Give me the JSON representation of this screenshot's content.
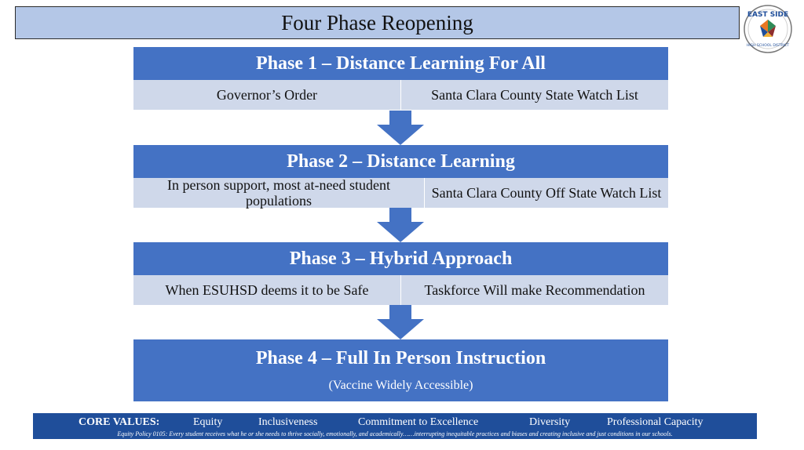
{
  "title": "Four Phase Reopening",
  "logo": {
    "top_text": "EAST SIDE",
    "bottom_text": "HIGH SCHOOL DISTRICT",
    "colors": [
      "#2e8b57",
      "#e87722",
      "#1f4e9a",
      "#8e2d2d"
    ]
  },
  "phases": [
    {
      "title": "Phase 1 – Distance Learning For All",
      "left": "Governor’s Order",
      "right": "Santa Clara County State Watch List"
    },
    {
      "title": "Phase 2 – Distance Learning",
      "left": "In person support, most at-need student populations",
      "right": "Santa Clara County Off State Watch List"
    },
    {
      "title": "Phase 3 – Hybrid Approach",
      "left": "When ESUHSD deems it to be Safe",
      "right": "Taskforce Will make Recommendation"
    },
    {
      "title": "Phase 4 – Full In Person Instruction",
      "subtitle": "(Vaccine Widely Accessible)"
    }
  ],
  "footer": {
    "label": "CORE VALUES:",
    "values": [
      "Equity",
      "Inclusiveness",
      "Commitment to Excellence",
      "Diversity",
      "Professional Capacity"
    ],
    "policy": "Equity Policy 0105: Every student receives what he or she needs to thrive socially, emotionally, and academically……interrupting inequitable practices and biases and creating inclusive and just conditions in our schools."
  },
  "colors": {
    "title_bg": "#b4c7e7",
    "phase_head": "#4472c4",
    "phase_row": "#cfd8ea",
    "footer_bg": "#1f4e9a"
  }
}
